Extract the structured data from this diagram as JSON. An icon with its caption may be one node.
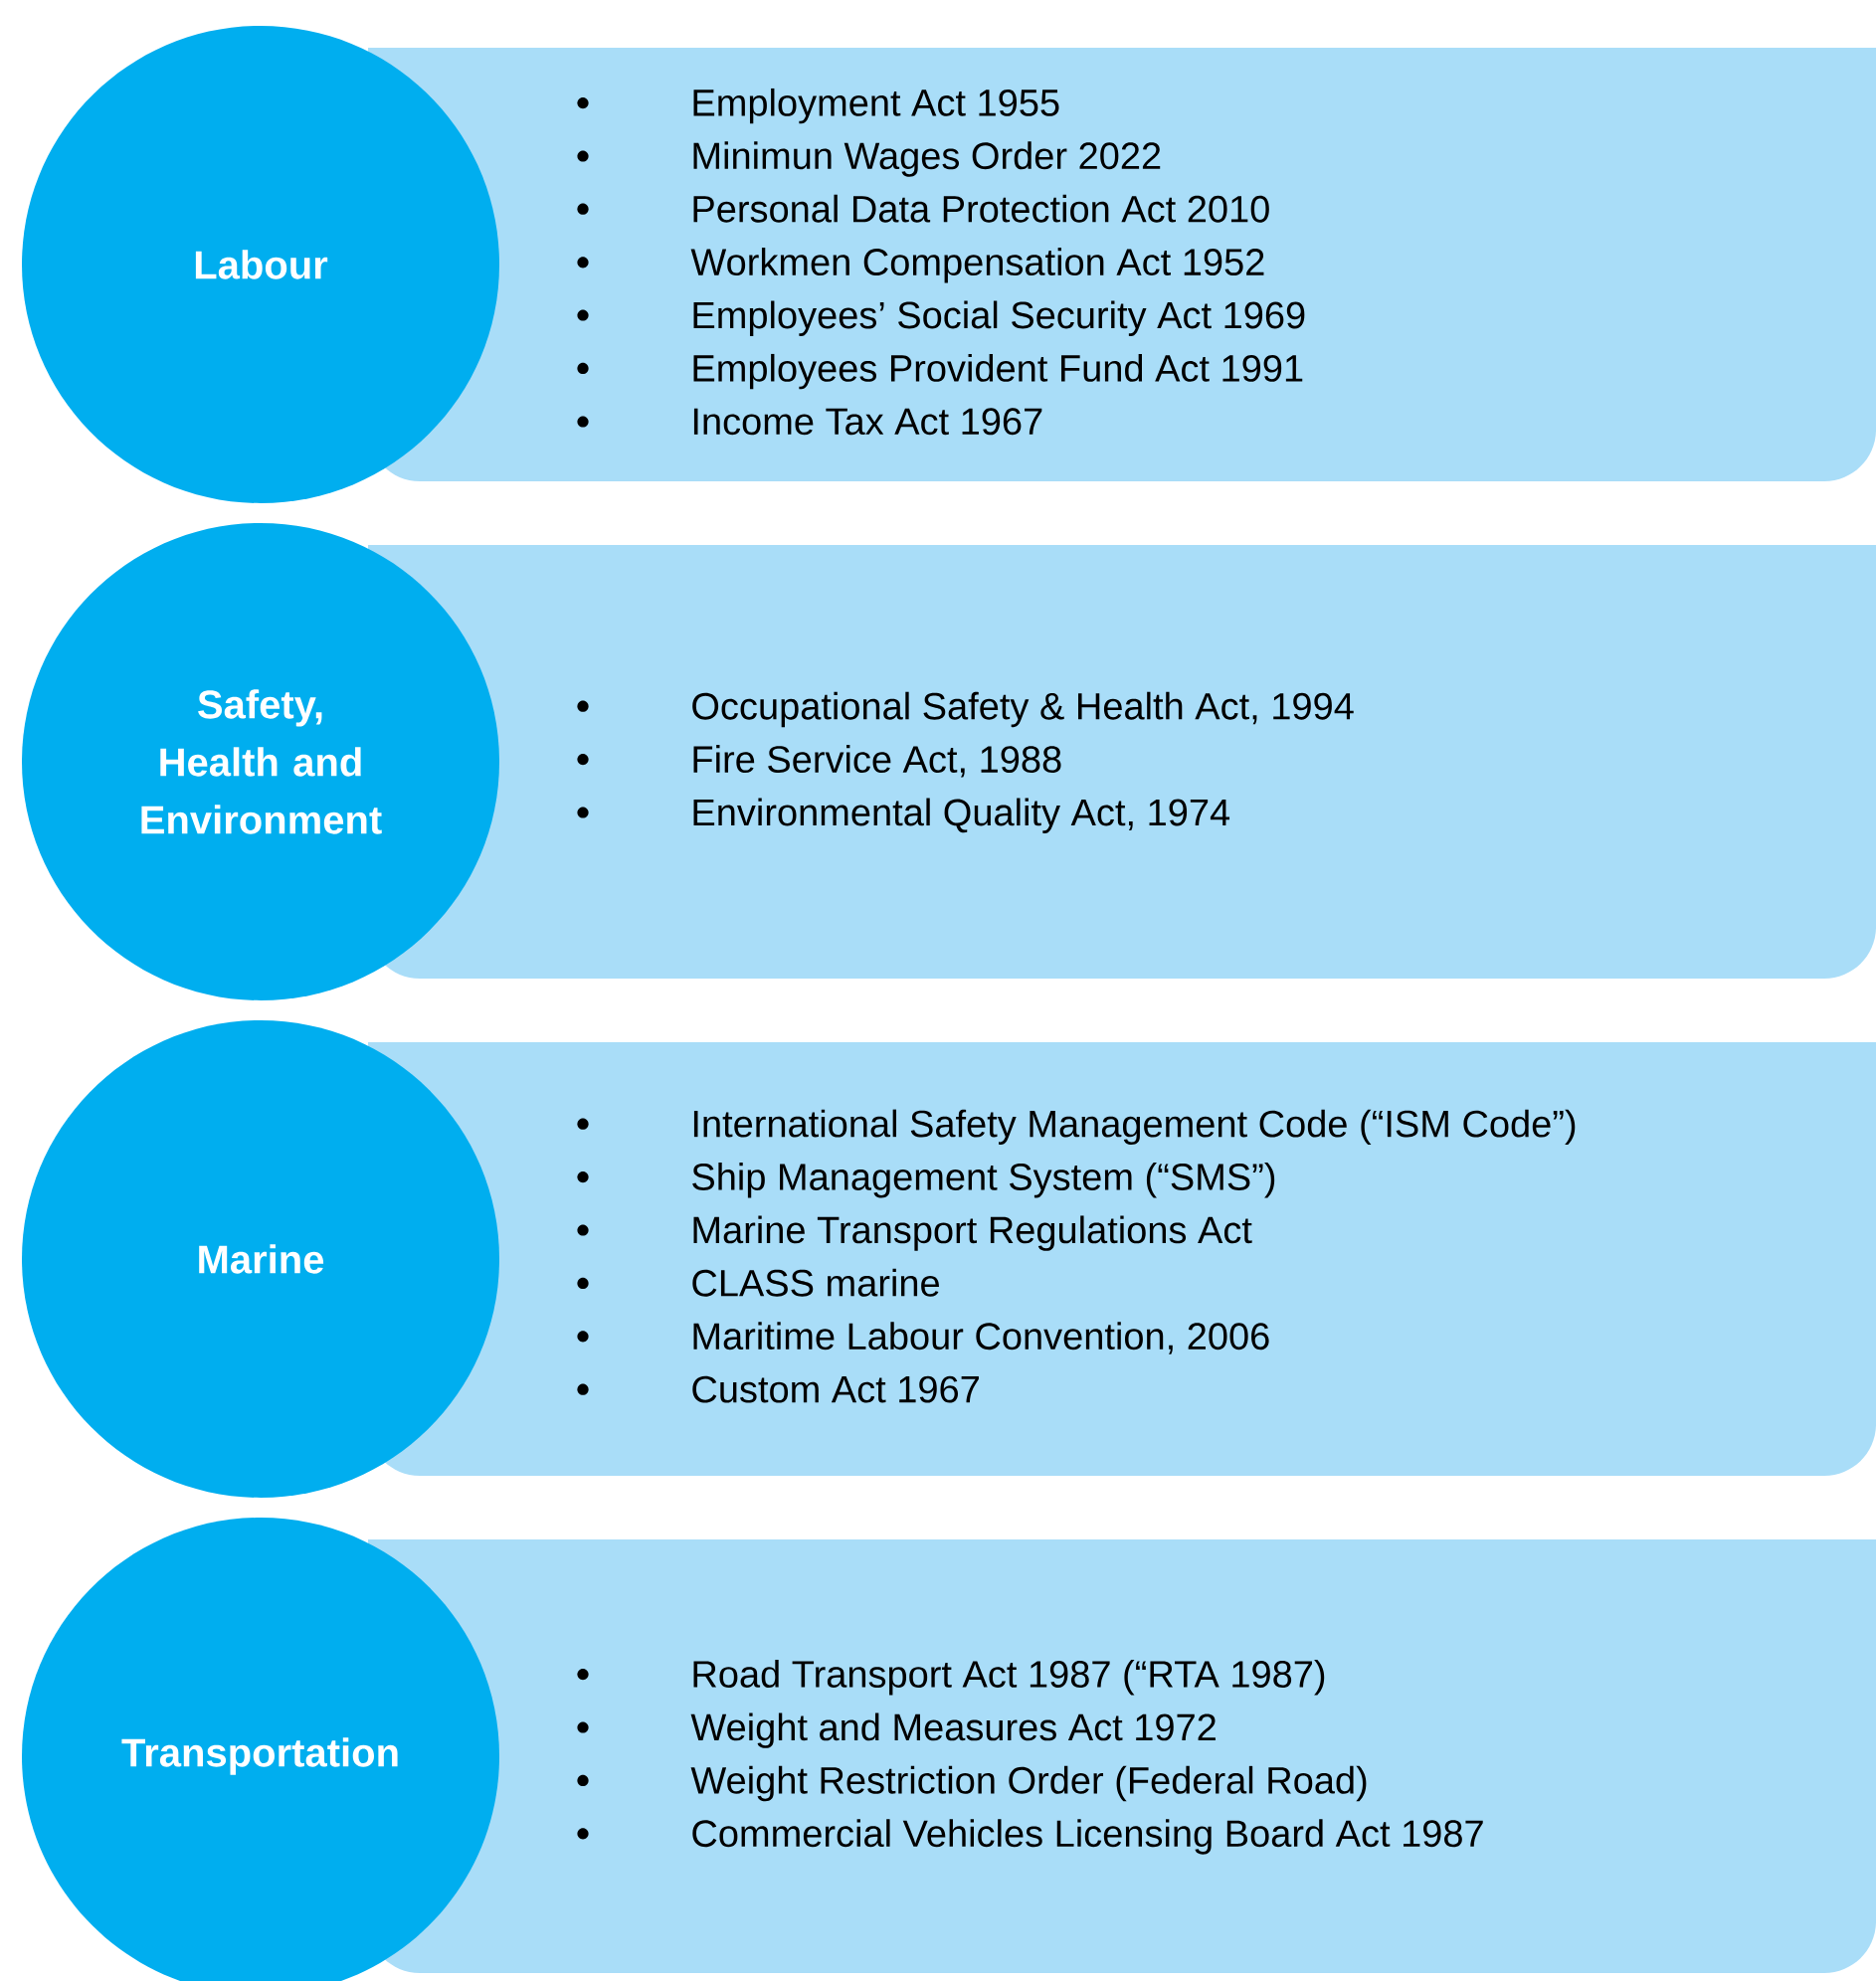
{
  "diagram": {
    "nodes": [
      {
        "text": [
          "Labour"
        ]
      },
      {
        "text": [
          "Employment Act 1955",
          "Minimun Wages Order 2022",
          "Personal Data Protection Act 2010",
          "Workmen Compensation Act 1952",
          "Employees’ Social Security Act 1969",
          "Employees Provident Fund Act 1991",
          "Income Tax Act 1967"
        ]
      },
      {
        "text": [
          "Safety, Health and Environment"
        ]
      },
      {
        "text": [
          "Occupational Safety & Health Act, 1994",
          "Fire Service Act, 1988",
          "Environmental Quality Act, 1974"
        ]
      },
      {
        "text": [
          "Marine"
        ]
      },
      {
        "text": [
          "International Safety Management Code (“ISM Code”)",
          "Ship Management System (“SMS”)",
          "Marine Transport Regulations Act",
          "CLASS marine",
          "Maritime Labour Convention, 2006",
          "Custom Act 1967"
        ]
      },
      {
        "text": [
          "Transportation"
        ]
      },
      {
        "text": [
          "Road Transport Act 1987 (“RTA 1987)",
          "Weight and Measures Act 1972",
          "Weight Restriction Order (Federal Road)",
          "Commercial Vehicles Licensing Board Act 1987"
        ]
      }
    ]
  }
}
